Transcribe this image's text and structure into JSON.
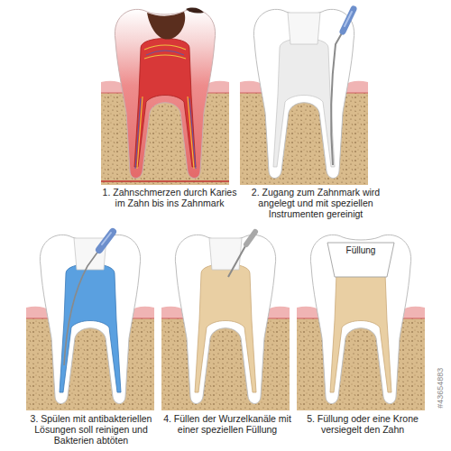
{
  "diagram": {
    "labels": [
      "1. Zahnschmerzen durch Karies im Zahn bis ins Zahnmark",
      "2. Zugang zum Zahnmark wird angelegt und mit speziellen Instrumenten gereinigt",
      "3. Spülen mit antibakteriellen Lösungen soll reinigen und Bakterien abtöten",
      "4. Füllen der Wurzelkanäle mit einer speziellen Füllung",
      "5. Füllung oder eine Krone versiegelt den Zahn",
      "Füllung",
      "#43654883"
    ]
  }
}
